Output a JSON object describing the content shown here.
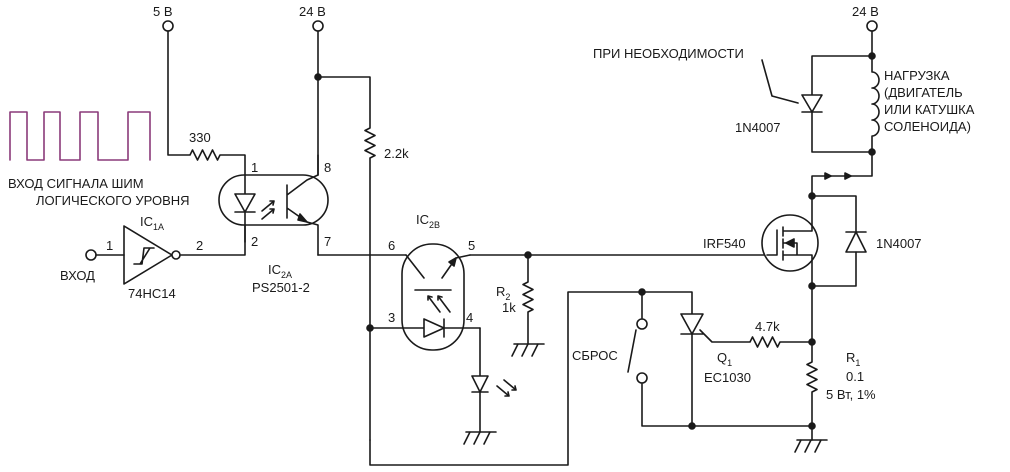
{
  "supplies": {
    "v5": "5 В",
    "v24_left": "24 В",
    "v24_right": "24 В"
  },
  "pwm": {
    "line1": "ВХОД СИГНАЛА ШИМ",
    "line2": "ЛОГИЧЕСКОГО УРОВНЯ",
    "input": "ВХОД"
  },
  "ic1": {
    "name": "IC",
    "sub": "1A",
    "part": "74HC14",
    "pin_in": "1",
    "pin_out": "2"
  },
  "r330": "330",
  "r22k": "2.2k",
  "ic2a": {
    "name": "IC",
    "sub": "2A",
    "part": "PS2501-2",
    "pin1": "1",
    "pin2": "2",
    "pin7": "7",
    "pin8": "8"
  },
  "ic2b": {
    "name": "IC",
    "sub": "2B",
    "pin3": "3",
    "pin4": "4",
    "pin5": "5",
    "pin6": "6"
  },
  "r2": {
    "name": "R",
    "sub": "2",
    "value": "1k"
  },
  "note_if_needed": "ПРИ НЕОБХОДИМОСТИ",
  "load": {
    "line1": "НАГРУЗКА",
    "line2": "(ДВИГАТЕЛЬ",
    "line3": "ИЛИ КАТУШКА",
    "line4": "СОЛЕНОИДА)"
  },
  "d_load": "1N4007",
  "d_mos": "1N4007",
  "mosfet": "IRF540",
  "reset": "СБРОС",
  "q1": {
    "name": "Q",
    "sub": "1",
    "part": "EC1030"
  },
  "r47k": "4.7k",
  "r1": {
    "name": "R",
    "sub": "1",
    "value": "0.1",
    "rating": "5 Вт, 1%"
  },
  "colors": {
    "wire": "#1a1a1a",
    "pwm_wave": "#8a3a7a"
  }
}
